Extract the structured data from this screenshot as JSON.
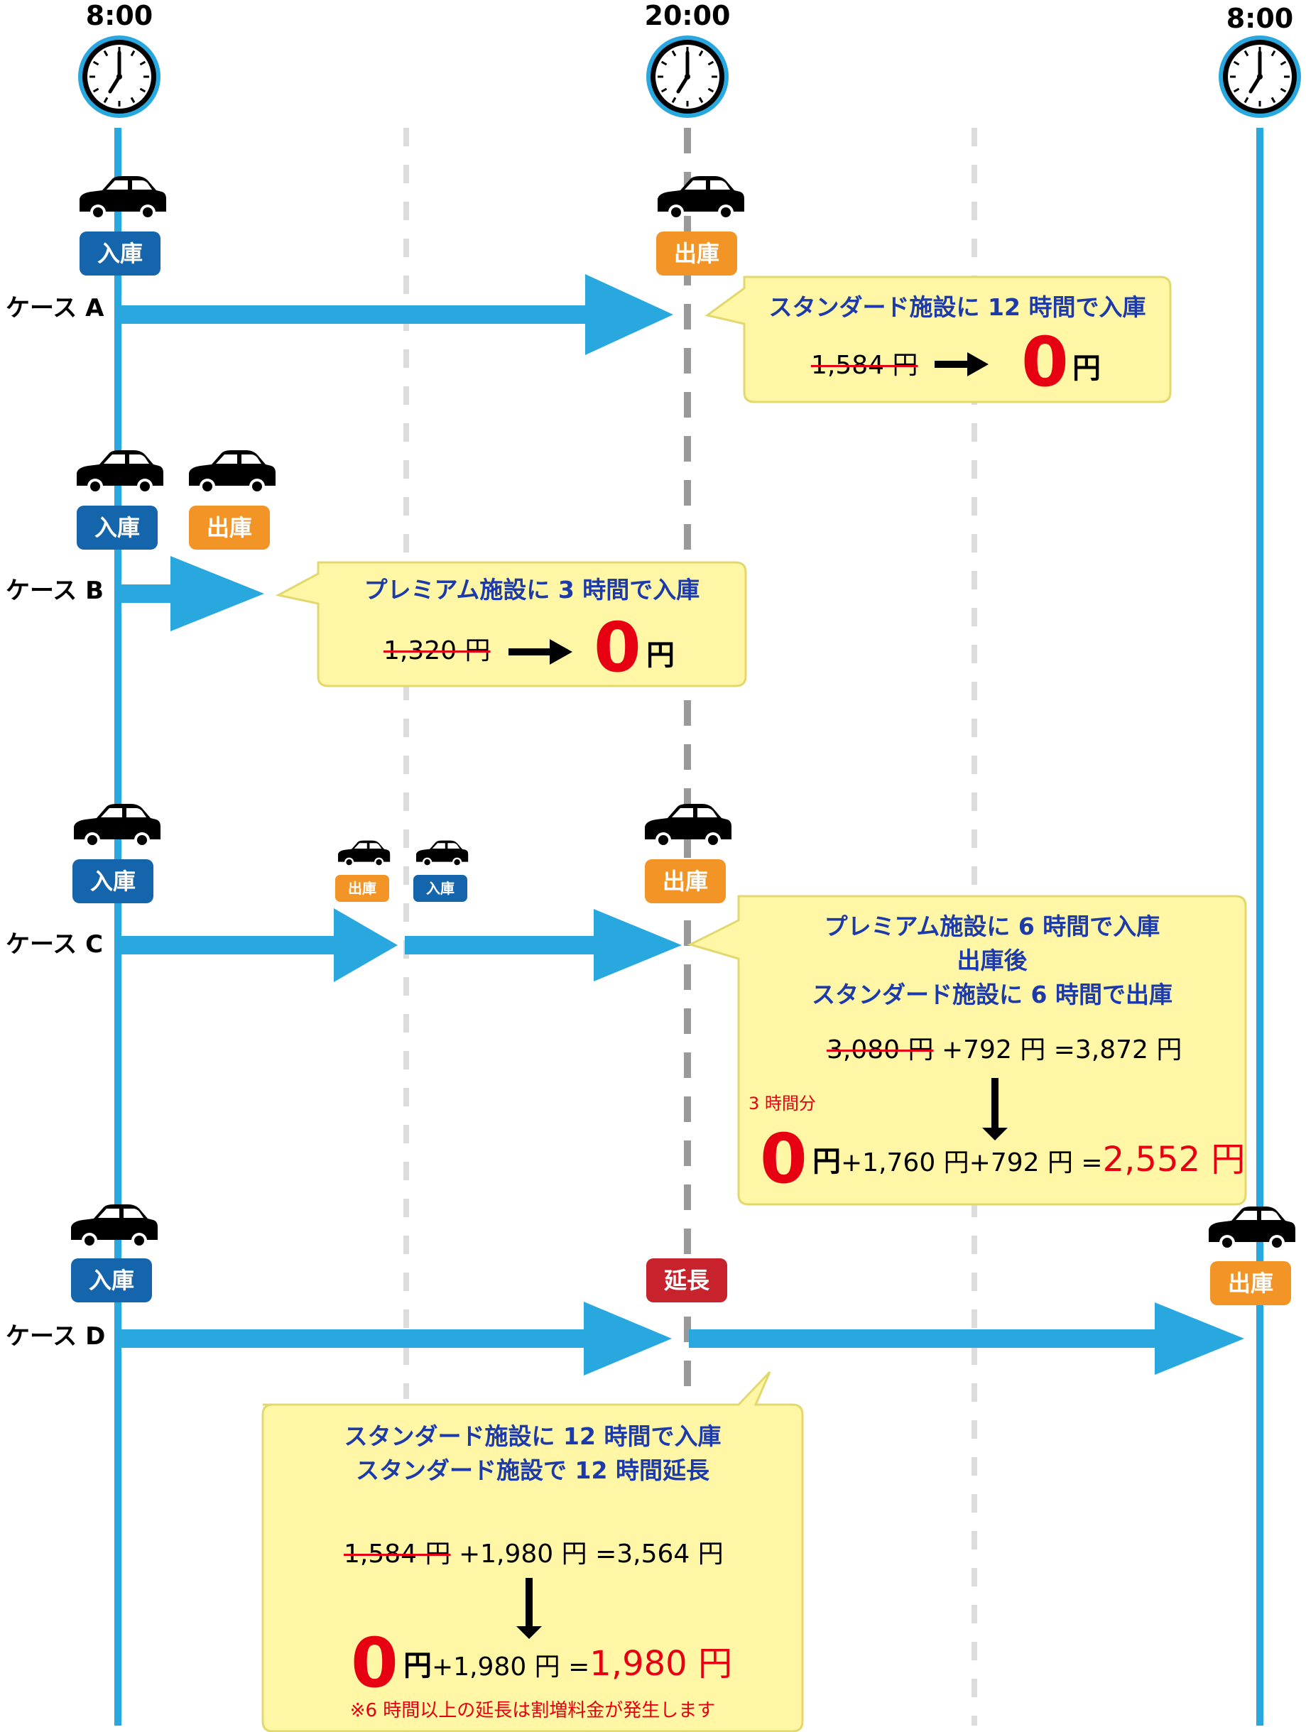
{
  "timeline": {
    "clocks": [
      {
        "time": "8:00"
      },
      {
        "time": "20:00"
      },
      {
        "time": "8:00"
      }
    ]
  },
  "labels": {
    "entry": "入庫",
    "exit": "出庫",
    "extend": "延長"
  },
  "colors": {
    "line_blue": "#29a8e0",
    "entry_badge": "#1565ad",
    "exit_badge": "#f39426",
    "extend_badge": "#c8232c",
    "callout_bg": "#fff7a6",
    "callout_border": "#e3d86e",
    "title_blue": "#1c3aa9",
    "accent_red": "#e60012"
  },
  "cases": {
    "a": {
      "label": "ケース A",
      "title": "スタンダード施設に 12 時間で入庫",
      "old_price": "1,584 円",
      "new_price": "0",
      "yen": "円"
    },
    "b": {
      "label": "ケース B",
      "title": "プレミアム施設に 3 時間で入庫",
      "old_price": "1,320 円",
      "new_price": "0",
      "yen": "円"
    },
    "c": {
      "label": "ケース C",
      "title_lines": [
        "プレミアム施設に 6 時間で入庫",
        "出庫後",
        "スタンダード施設に 6 時間で出庫"
      ],
      "eq1_old": "3,080 円",
      "eq1_rest": "+792 円 =3,872 円",
      "note": "3 時間分",
      "zero": "0",
      "eq2_yen": "円",
      "eq2_mid": "+1,760 円+792 円 =",
      "eq2_total": "2,552 円"
    },
    "d": {
      "label": "ケース D",
      "title_lines": [
        "スタンダード施設に 12 時間で入庫",
        "スタンダード施設で 12 時間延長"
      ],
      "eq1_old": "1,584 円",
      "eq1_rest": "+1,980 円 =3,564 円",
      "zero": "0",
      "eq2_yen": "円",
      "eq2_mid": "+1,980 円 =",
      "eq2_total": "1,980 円",
      "footnote": "※6 時間以上の延長は割増料金が発生します"
    }
  }
}
